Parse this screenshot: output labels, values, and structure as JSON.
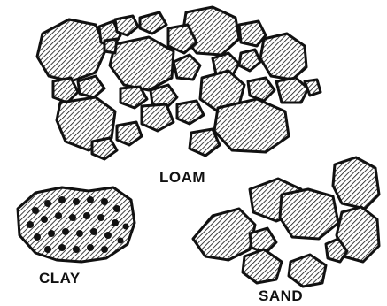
{
  "labels": {
    "loam": "LOAM",
    "clay": "CLAY",
    "sand": "SAND"
  },
  "colors": {
    "outline": "#111111",
    "hatch": "#111111",
    "background": "#ffffff"
  }
}
